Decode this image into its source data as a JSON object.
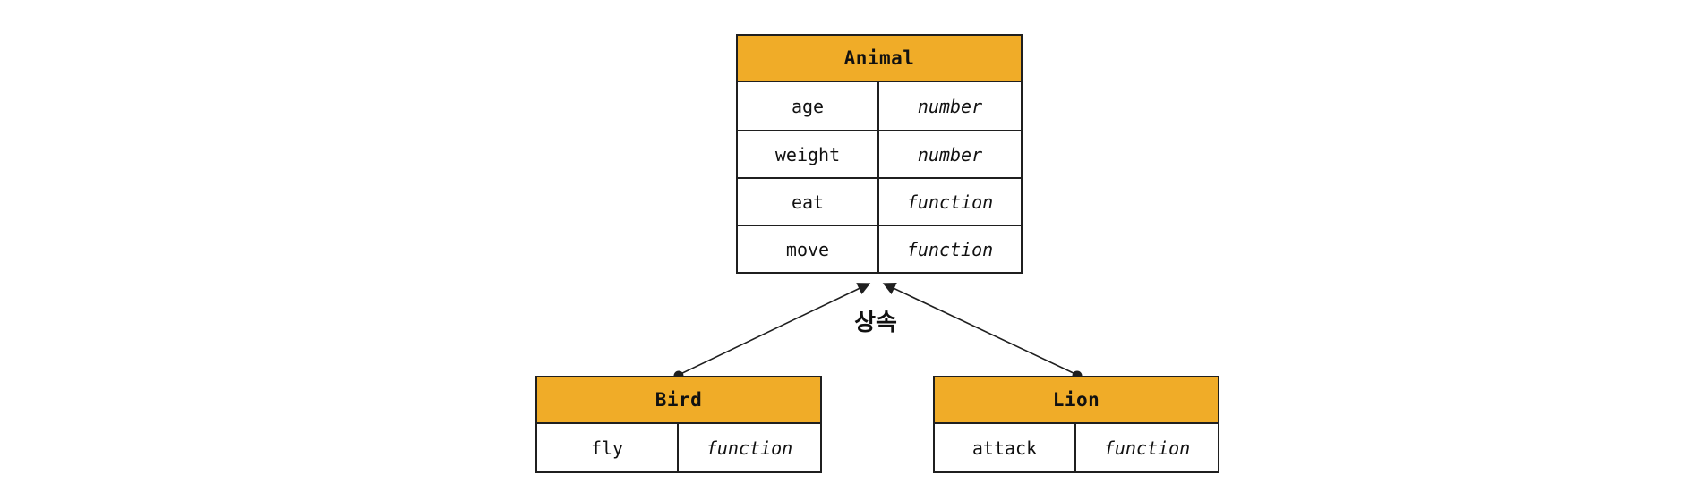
{
  "diagram": {
    "type": "class-inheritance-diagram",
    "tables": {
      "animal": {
        "name": "Animal",
        "rows": [
          {
            "property": "age",
            "type": "number"
          },
          {
            "property": "weight",
            "type": "number"
          },
          {
            "property": "eat",
            "type": "function"
          },
          {
            "property": "move",
            "type": "function"
          }
        ]
      },
      "bird": {
        "name": "Bird",
        "rows": [
          {
            "property": "fly",
            "type": "function"
          }
        ]
      },
      "lion": {
        "name": "Lion",
        "rows": [
          {
            "property": "attack",
            "type": "function"
          }
        ]
      }
    },
    "edges": [
      {
        "from": "Bird",
        "to": "Animal",
        "label": "상속"
      },
      {
        "from": "Lion",
        "to": "Animal",
        "label": "상속"
      }
    ],
    "colors": {
      "header_fill": "#F0AC28",
      "border": "#1F1F1F",
      "text": "#111111",
      "background": "#FFFFFF"
    }
  }
}
